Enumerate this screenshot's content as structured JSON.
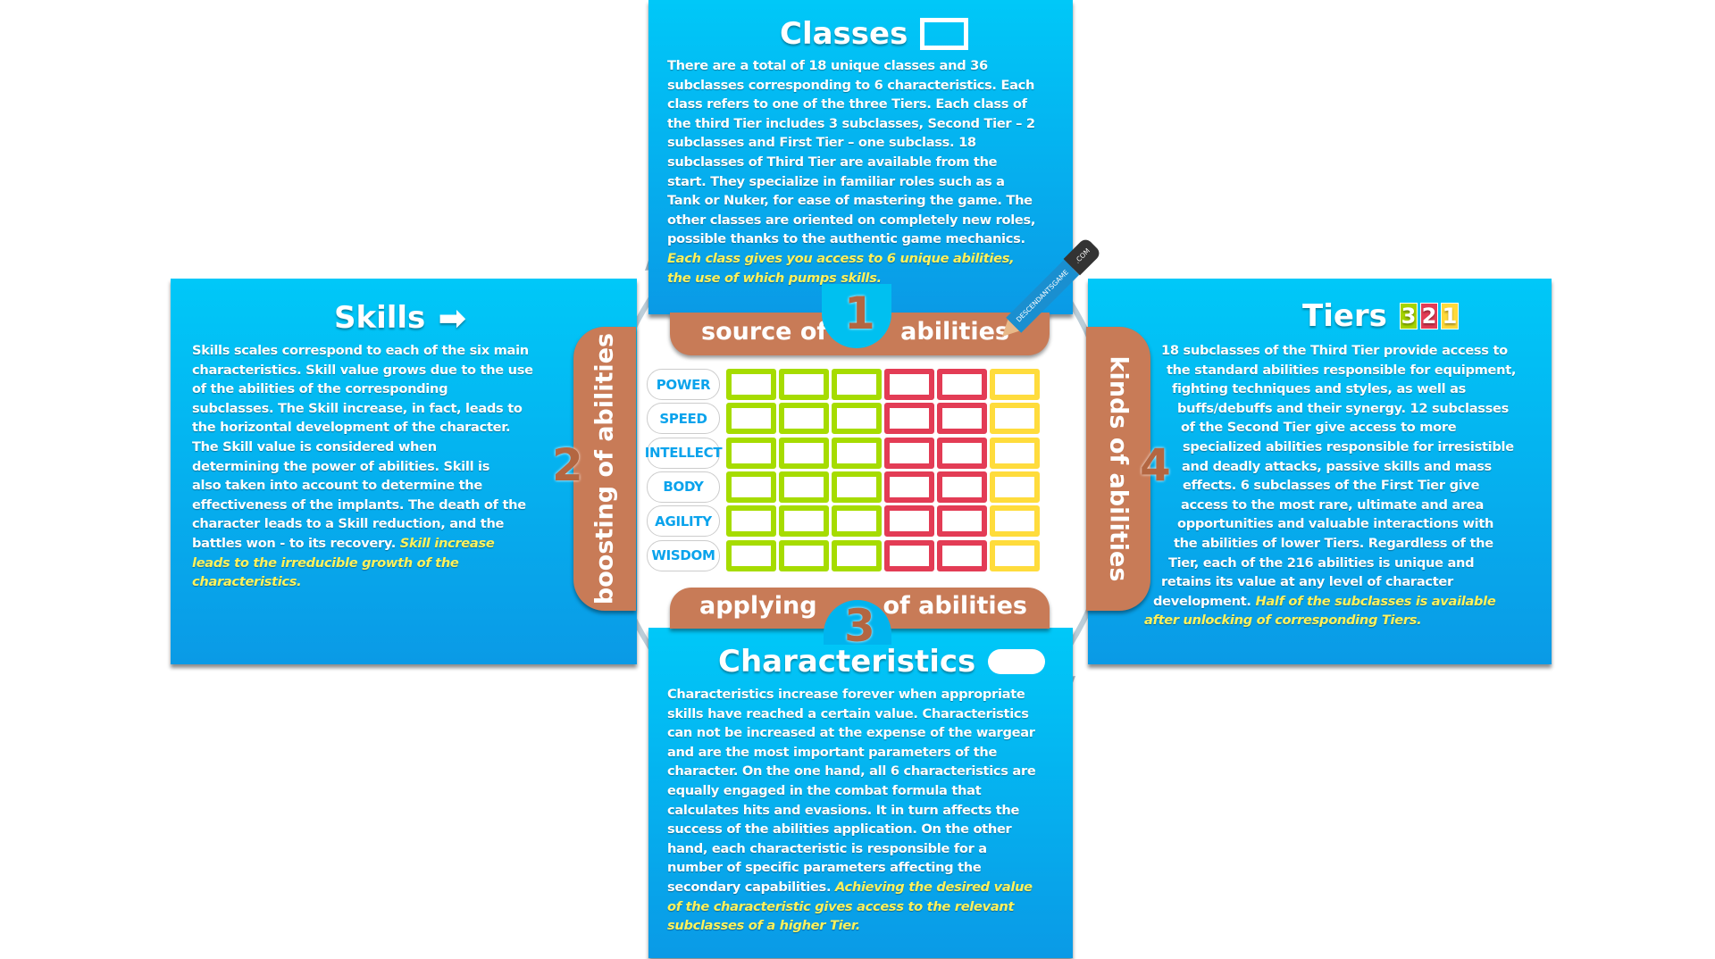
{
  "classes": {
    "title": "Classes",
    "lines": [
      {
        "t": "There are a total of 18 unique classes and 36"
      },
      {
        "t": "subclasses corresponding to 6 characteristics. Each"
      },
      {
        "t": "class refers to one of the three Tiers. Each class of"
      },
      {
        "t": "the third Tier includes 3 subclasses, Second Tier – 2"
      },
      {
        "t": "subclasses and First Tier – one subclass. 18"
      },
      {
        "t": "subclasses of Third Tier are available from the"
      },
      {
        "t": "start. They specialize in familiar roles such as a"
      },
      {
        "t": "Tank or Nuker, for ease of mastering the game. The"
      },
      {
        "t": "other classes are oriented on completely new roles,"
      },
      {
        "t": "possible thanks to the authentic game mechanics."
      },
      {
        "e": "Each class gives you access to 6 unique abilities,"
      },
      {
        "e": "the use of which pumps skills."
      }
    ]
  },
  "skills": {
    "title": "Skills",
    "lines": [
      {
        "t": "Skills scales correspond to each of the six main"
      },
      {
        "t": "characteristics. Skill value grows due to the use"
      },
      {
        "t": "of the abilities of the corresponding"
      },
      {
        "t": "subclasses. The Skill increase, in fact, leads to"
      },
      {
        "t": "the horizontal development of the character."
      },
      {
        "t": "The Skill value is considered when"
      },
      {
        "t": "determining the power of abilities. Skill is"
      },
      {
        "t": "also taken into account to determine the"
      },
      {
        "t": "effectiveness of the implants. The death of the"
      },
      {
        "t": "character leads to a Skill reduction, and the"
      },
      {
        "t": "battles won - to its recovery. ",
        "e": "Skill increase"
      },
      {
        "e": "leads to the irreducible growth of the"
      },
      {
        "e": "characteristics."
      }
    ]
  },
  "tiers": {
    "title": "Tiers",
    "badges": [
      {
        "label": "3",
        "color": "#a6d400"
      },
      {
        "label": "2",
        "color": "#e23c55"
      },
      {
        "label": "1",
        "color": "#ffd93a"
      }
    ],
    "lines": [
      {
        "t": "18 subclasses of the Third Tier provide access to"
      },
      {
        "t": "the standard abilities responsible for equipment,"
      },
      {
        "t": "fighting techniques and styles, as well as"
      },
      {
        "t": "buffs/debuffs and their synergy. 12 subclasses"
      },
      {
        "t": "of the Second Tier give access to more"
      },
      {
        "t": "specialized abilities responsible for irresistible"
      },
      {
        "t": "and deadly attacks, passive skills and mass"
      },
      {
        "t": "effects. 6 subclasses of the First Tier give"
      },
      {
        "t": "access to the most rare, ultimate and area"
      },
      {
        "t": "opportunities and valuable interactions with"
      },
      {
        "t": "the abilities of lower Tiers. Regardless of the"
      },
      {
        "t": "Tier, each of the 216 abilities is unique and"
      },
      {
        "t": "retains its value at any level of character"
      },
      {
        "t": "development. ",
        "e": "Half of the subclasses is available"
      },
      {
        "e": "after unlocking of corresponding Tiers."
      }
    ]
  },
  "characteristics": {
    "title": "Characteristics",
    "lines": [
      {
        "t": "Characteristics increase forever when appropriate"
      },
      {
        "t": "skills have reached a certain value. Characteristics"
      },
      {
        "t": "can not be increased at the expense of the wargear"
      },
      {
        "t": "and are the most important parameters of the"
      },
      {
        "t": "character. On the one hand, all 6 characteristics are"
      },
      {
        "t": "equally engaged in the combat formula that"
      },
      {
        "t": "calculates hits and evasions. It in turn affects the"
      },
      {
        "t": "success of the abilities application. On the other"
      },
      {
        "t": "hand, each characteristic is responsible for a"
      },
      {
        "t": "number of specific parameters affecting the"
      },
      {
        "t": "secondary capabilities. ",
        "e": "Achieving the desired value"
      },
      {
        "e": "of the characteristic gives access to the relevant"
      },
      {
        "e": "subclasses of a higher Tier."
      }
    ]
  },
  "bands": {
    "top_left": "source of",
    "top_right": "abilities",
    "top_num": "1",
    "left": "boosting of abilities",
    "left_num": "2",
    "bottom_left": "applying",
    "bottom_right": "of abilities",
    "bottom_num": "3",
    "right": "kinds of abilities",
    "right_num": "4"
  },
  "grid": {
    "rows": [
      "POWER",
      "SPEED",
      "INTELLECT",
      "BODY",
      "AGILITY",
      "WISDOM"
    ],
    "column_colors": [
      "#a6dc00",
      "#a6dc00",
      "#a6dc00",
      "#e33c55",
      "#e33c55",
      "#ffdc3c"
    ]
  },
  "pen": {
    "logo_text": "DESCENDANTSGAME",
    "logo_suffix": ".COM"
  },
  "colors": {
    "panel": "#00c0f0",
    "brown": "#c87b57",
    "highlight": "#fff25c"
  }
}
